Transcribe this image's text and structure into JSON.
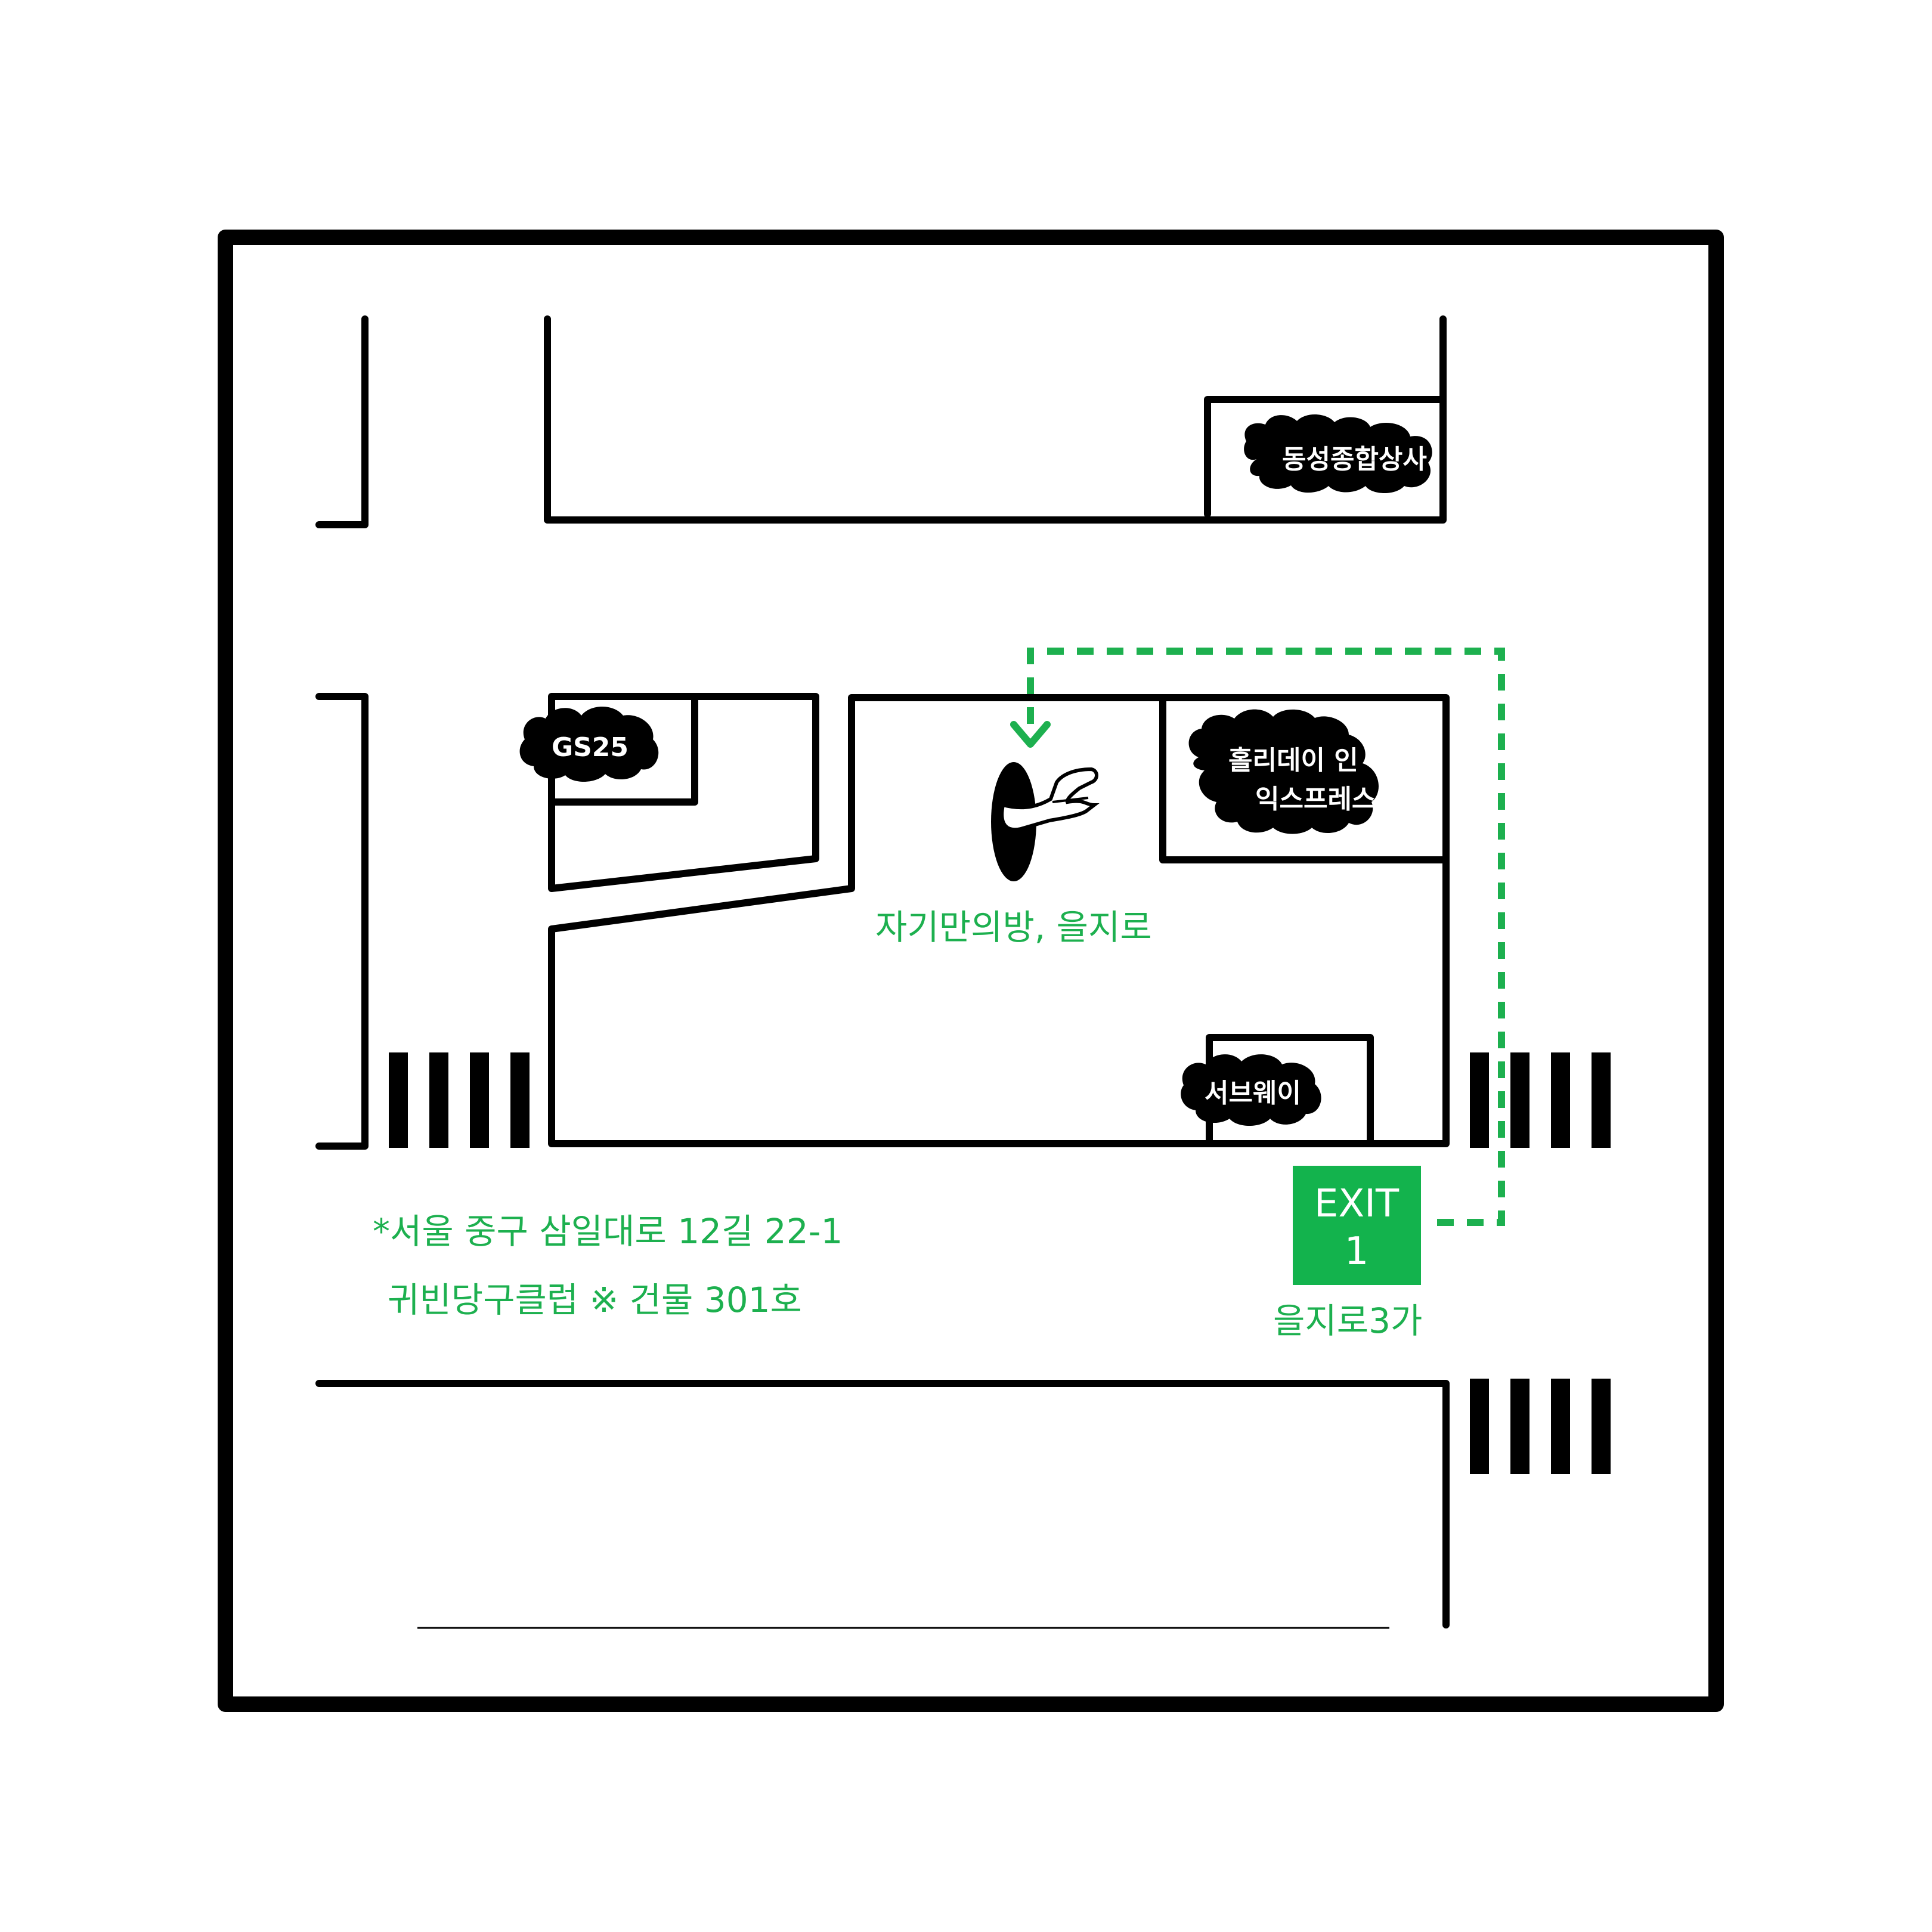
{
  "colors": {
    "ink": "#000000",
    "accent": "#1db04f",
    "exit_bg": "#13b34d",
    "background": "#ffffff"
  },
  "landmarks": {
    "dongseong": "동성종합상사",
    "gs25": "GS25",
    "holiday_inn_line1": "홀리데이 인",
    "holiday_inn_line2": "익스프레스",
    "subway": "서브웨이"
  },
  "destination": {
    "name": "자기만의방, 을지로",
    "icon": "door-with-arm-icon"
  },
  "exit": {
    "label": "EXIT",
    "number": "1",
    "station": "을지로3가"
  },
  "address": {
    "line1": "*서울 중구 삼일대로 12길 22-1",
    "line2": "귀빈당구클럽 ※ 건물 301호"
  }
}
